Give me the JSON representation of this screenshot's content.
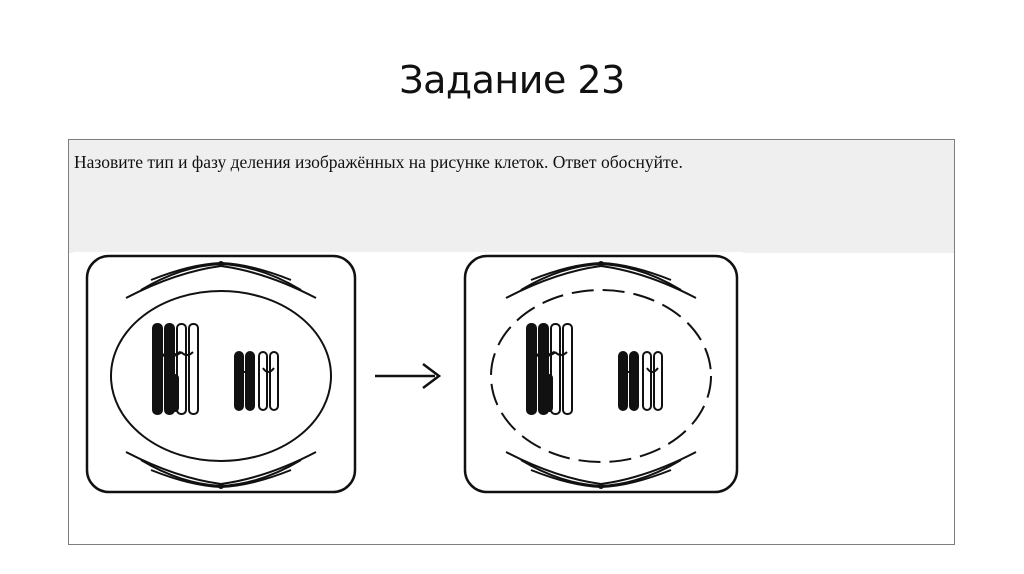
{
  "slide": {
    "title": "Задание 23"
  },
  "task": {
    "question": "Назовите тип и фазу деления изображённых на рисунке клеток. Ответ обоснуйте."
  },
  "figure": {
    "cells": [
      {
        "name": "cell-before",
        "nuclear_envelope": "intact"
      },
      {
        "name": "cell-after",
        "nuclear_envelope": "fragmenting"
      }
    ],
    "arrow": "right-arrow"
  },
  "colors": {
    "band": "#efefef",
    "border": "#7d7d7d",
    "ink": "#111111"
  }
}
